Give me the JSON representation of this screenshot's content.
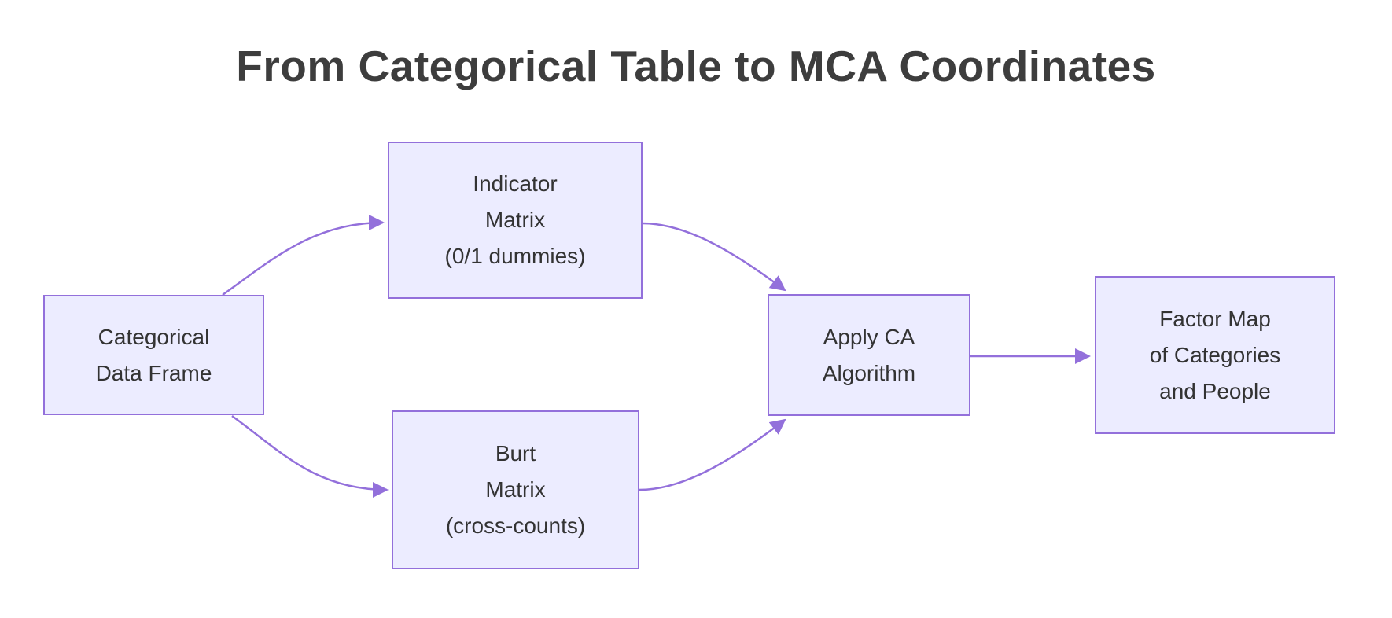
{
  "title": "From Categorical Table to MCA Coordinates",
  "colors": {
    "background": "#FFFFFF",
    "node_fill": "#ECECFF",
    "node_border": "#9370DB",
    "edge": "#9370DB",
    "node_text": "#333333",
    "title_text": "#3D3D3D"
  },
  "nodes": [
    {
      "id": "categorical-data-frame",
      "lines": [
        "Categorical",
        "Data Frame"
      ]
    },
    {
      "id": "indicator-matrix",
      "lines": [
        "Indicator",
        "Matrix",
        "(0/1 dummies)"
      ]
    },
    {
      "id": "burt-matrix",
      "lines": [
        "Burt",
        "Matrix",
        "(cross-counts)"
      ]
    },
    {
      "id": "apply-ca-algorithm",
      "lines": [
        "Apply CA",
        "Algorithm"
      ]
    },
    {
      "id": "factor-map",
      "lines": [
        "Factor Map",
        "of Categories",
        "and People"
      ]
    }
  ],
  "edges": [
    {
      "from": "categorical-data-frame",
      "to": "indicator-matrix"
    },
    {
      "from": "categorical-data-frame",
      "to": "burt-matrix"
    },
    {
      "from": "indicator-matrix",
      "to": "apply-ca-algorithm"
    },
    {
      "from": "burt-matrix",
      "to": "apply-ca-algorithm"
    },
    {
      "from": "apply-ca-algorithm",
      "to": "factor-map"
    }
  ]
}
